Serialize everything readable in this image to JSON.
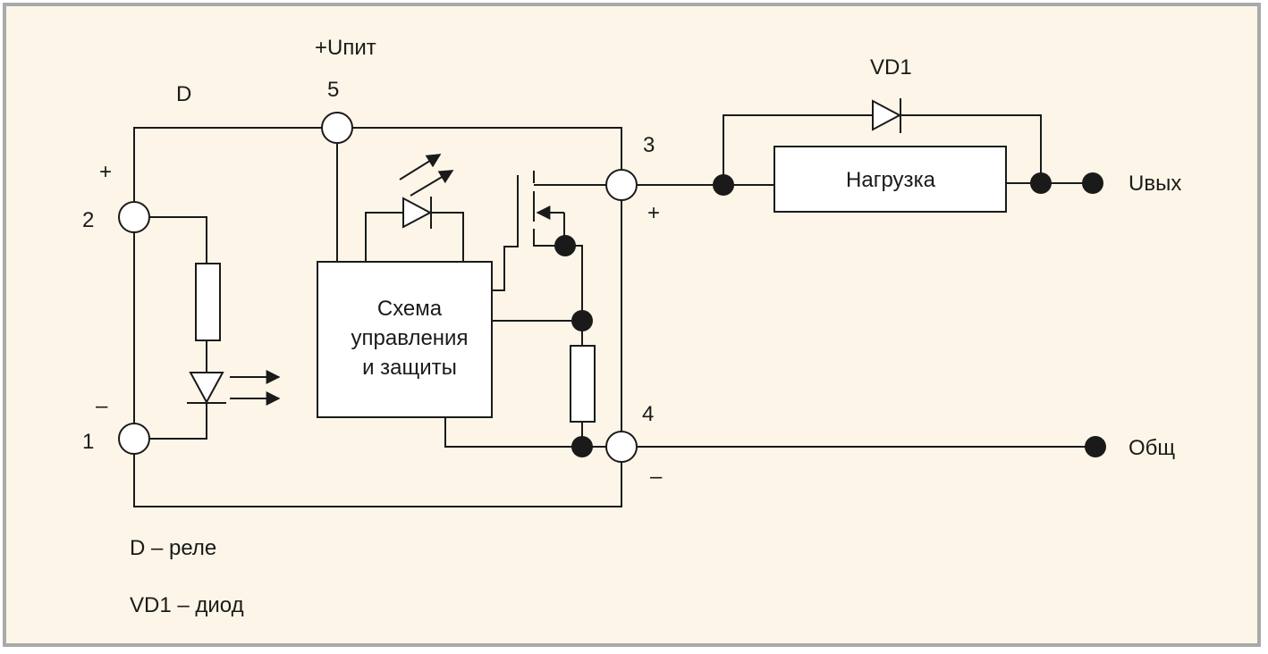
{
  "colors": {
    "background": "#fdf6e8",
    "frame": "#a9a9a9",
    "ink": "#1a1a1a"
  },
  "relay": {
    "name": "D",
    "supply_label": "+Uпит",
    "pins": {
      "p1": "1",
      "p2": "2",
      "p3": "3",
      "p4": "4",
      "p5": "5"
    },
    "polarity": {
      "pin2": "+",
      "pin1": "–",
      "pin3": "+",
      "pin4": "–"
    },
    "control_block": [
      "Схема",
      "управления",
      "и защиты"
    ]
  },
  "external": {
    "diode_label": "VD1",
    "load_label": "Нагрузка",
    "output_label": "Uвых",
    "common_label": "Общ"
  },
  "legend": {
    "relay": "D – реле",
    "diode": "VD1 – диод"
  },
  "icons": [
    "led-icon",
    "diode-icon",
    "resistor-icon",
    "photo-emitter-arrows-icon",
    "photo-receiver-arrows-icon",
    "transistor-switch-icon"
  ]
}
